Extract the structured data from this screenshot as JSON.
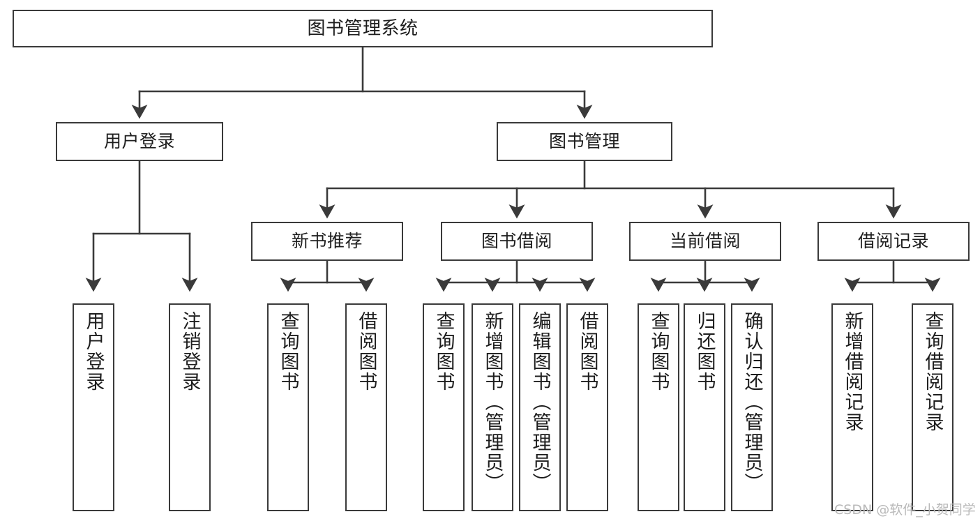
{
  "diagram": {
    "title": "图书管理系统",
    "type": "functional-decomposition-tree",
    "root": {
      "label": "图书管理系统"
    },
    "level2": [
      {
        "label": "用户登录"
      },
      {
        "label": "图书管理"
      }
    ],
    "level3": [
      {
        "label": "新书推荐"
      },
      {
        "label": "图书借阅"
      },
      {
        "label": "当前借阅"
      },
      {
        "label": "借阅记录"
      }
    ],
    "leaves": {
      "user_login": [
        {
          "label": "用户登录"
        },
        {
          "label": "注销登录"
        }
      ],
      "new_book_recommend": [
        {
          "label": "查询图书"
        },
        {
          "label": "借阅图书"
        }
      ],
      "book_borrow": [
        {
          "label": "查询图书"
        },
        {
          "label": "新增图书（管理员）"
        },
        {
          "label": "编辑图书（管理员）"
        },
        {
          "label": "借阅图书"
        }
      ],
      "current_borrow": [
        {
          "label": "查询图书"
        },
        {
          "label": "归还图书"
        },
        {
          "label": "确认归还（管理员）"
        }
      ],
      "borrow_record": [
        {
          "label": "新增借阅记录"
        },
        {
          "label": "查询借阅记录"
        }
      ]
    }
  },
  "watermark": {
    "text": "CSDN @软件_小贺同学"
  },
  "colors": {
    "stroke": "#3a3a3a",
    "fill": "#ffffff",
    "text": "#1d1d1d",
    "watermark": "#b9b9b9"
  }
}
